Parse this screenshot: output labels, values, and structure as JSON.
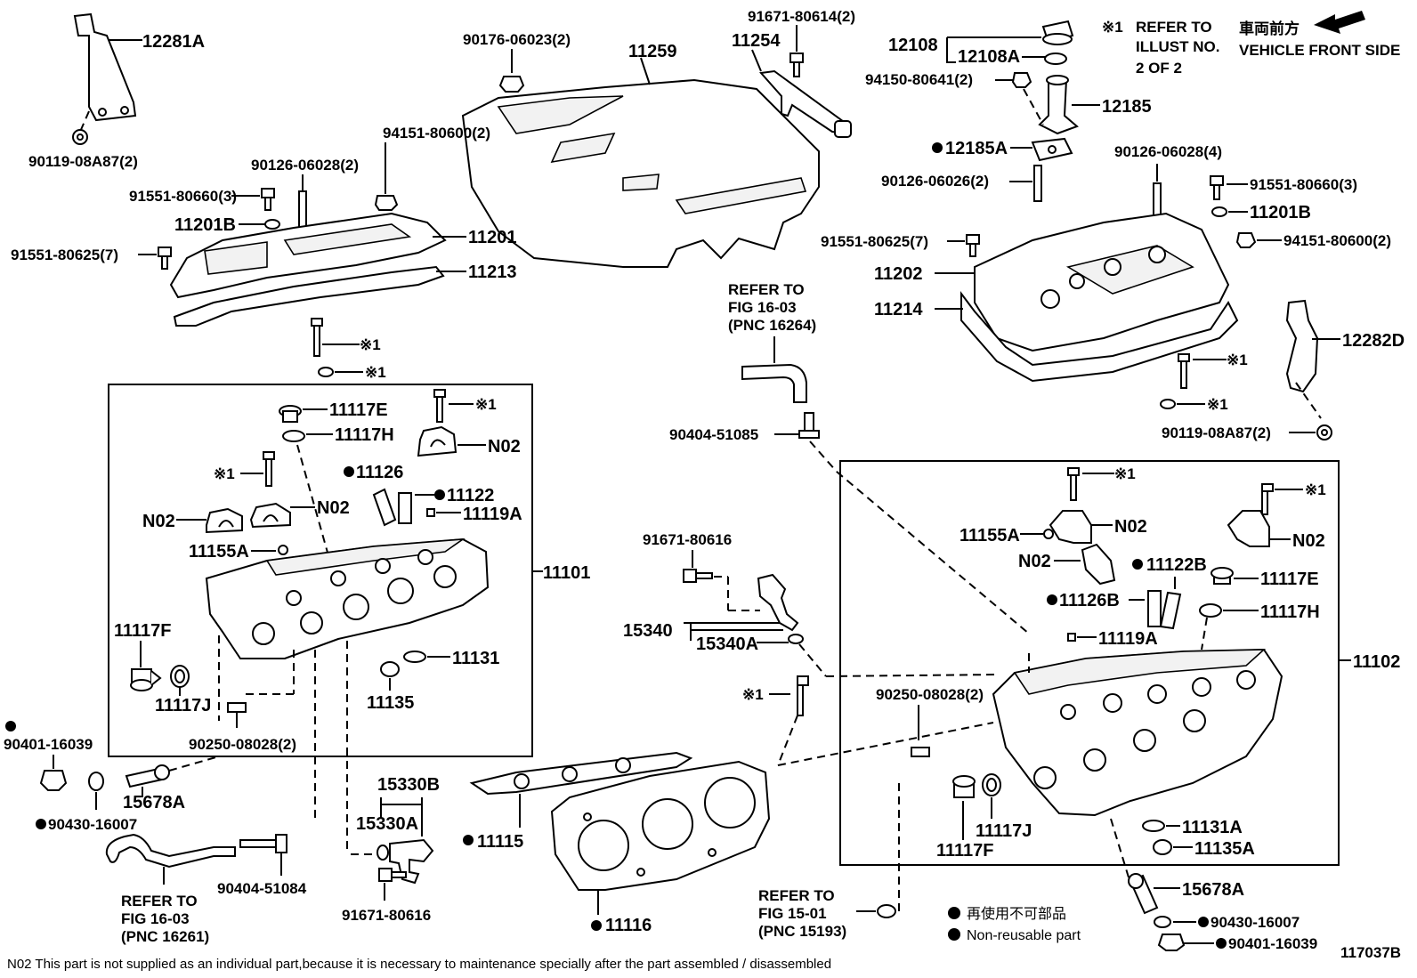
{
  "labels": {
    "p12281A": "12281A",
    "p90119_08A87_2_left": "90119-08A87(2)",
    "p90176_06023": "90176-06023(2)",
    "p11259": "11259",
    "p91671_80614": "91671-80614(2)",
    "p11254": "11254",
    "p12108": "12108",
    "p12108A": "12108A",
    "p94150_80641": "94150-80641(2)",
    "p12185": "12185",
    "p12185A": "12185A",
    "p90126_06026": "90126-06026(2)",
    "p90126_06028_4": "90126-06028(4)",
    "p91551_80660_3_right": "91551-80660(3)",
    "p11201B_right": "11201B",
    "p94151_80600_2_right": "94151-80600(2)",
    "p91551_80625_7_right": "91551-80625(7)",
    "p11202": "11202",
    "p11214": "11214",
    "p12282D": "12282D",
    "p90119_08A87_2_right": "90119-08A87(2)",
    "p94151_80600_2_left": "94151-80600(2)",
    "p90126_06028_2": "90126-06028(2)",
    "p91551_80660_3_left": "91551-80660(3)",
    "p11201B_left": "11201B",
    "p11201": "11201",
    "p91551_80625_7_left": "91551-80625(7)",
    "p11213": "11213",
    "p11117E_left": "11117E",
    "p11117H_left": "11117H",
    "pN02_a": "N02",
    "pN02_b": "N02",
    "pN02_c": "N02",
    "p11126": "11126",
    "p11122": "11122",
    "p11119A_left": "11119A",
    "p11155A_left": "11155A",
    "p11101": "11101",
    "p11117F_left": "11117F",
    "p11117J_left": "11117J",
    "p11131": "11131",
    "p11135": "11135",
    "p90250_08028_left": "90250-08028(2)",
    "p90401_16039_left": "90401-16039",
    "p90430_16007_left": "90430-16007",
    "p15678A_left": "15678A",
    "p90404_51084": "90404-51084",
    "p15330B": "15330B",
    "p15330A": "15330A",
    "p91671_80616_bottom": "91671-80616",
    "p11115": "11115",
    "p11116": "11116",
    "p90404_51085": "90404-51085",
    "p91671_80616_mid": "91671-80616",
    "p15340": "15340",
    "p15340A": "15340A",
    "p11155A_right": "11155A",
    "pN02_d": "N02",
    "pN02_e": "N02",
    "pN02_f": "N02",
    "p11122B": "11122B",
    "p11117E_right": "11117E",
    "p11126B": "11126B",
    "p11117H_right": "11117H",
    "p11119A_right": "11119A",
    "p11102": "11102",
    "p90250_08028_right": "90250-08028(2)",
    "p11117F_right": "11117F",
    "p11117J_right": "11117J",
    "p11131A": "11131A",
    "p11135A": "11135A",
    "p15678A_right": "15678A",
    "p90430_16007_right": "90430-16007",
    "p90401_16039_right": "90401-16039",
    "ref1_mark": "※1",
    "ref1_line1": "REFER TO",
    "ref1_line2": "ILLUST NO.",
    "ref1_line3": "2 OF 2",
    "front_jp": "車両前方",
    "front_en": "VEHICLE FRONT SIDE",
    "refer_fig16_03_a_1": "REFER TO",
    "refer_fig16_03_a_2": "FIG 16-03",
    "refer_fig16_03_a_3": "(PNC 16264)",
    "refer_fig16_03_b_1": "REFER TO",
    "refer_fig16_03_b_2": "FIG 16-03",
    "refer_fig16_03_b_3": "(PNC 16261)",
    "refer_fig15_01_1": "REFER TO",
    "refer_fig15_01_2": "FIG 15-01",
    "refer_fig15_01_3": "(PNC 15193)",
    "legend_jp": "再使用不可部品",
    "legend_en": "Non-reusable part",
    "footnote": "N02 This part is not supplied as an individual part,because it is necessary to maintenance specially after the part assembled / disassembled",
    "figure_id": "117037B",
    "x1": "※1"
  }
}
